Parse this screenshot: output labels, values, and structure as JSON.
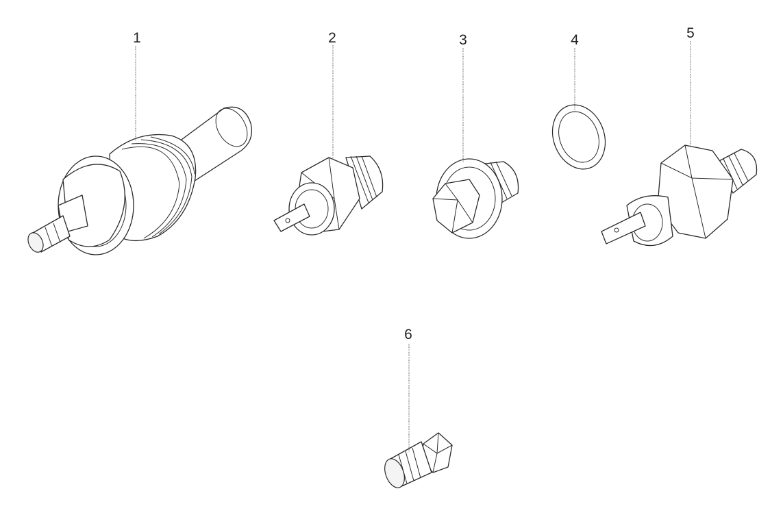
{
  "parts": [
    {
      "id": "1",
      "label": "1"
    },
    {
      "id": "2",
      "label": "2"
    },
    {
      "id": "3",
      "label": "3"
    },
    {
      "id": "4",
      "label": "4"
    },
    {
      "id": "5",
      "label": "5"
    },
    {
      "id": "6",
      "label": "6"
    }
  ]
}
